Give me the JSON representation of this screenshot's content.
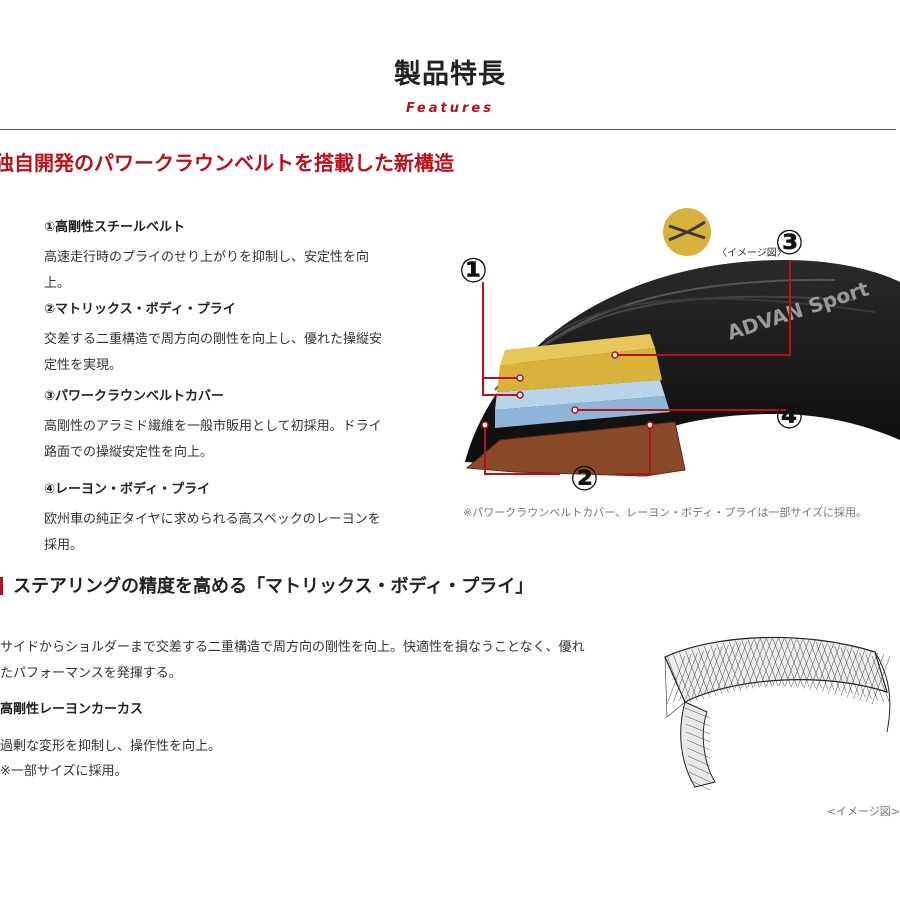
{
  "header": {
    "title": "製品特長",
    "subtitle": "Features"
  },
  "section1": {
    "heading": "独自開発のパワークラウンベルトを搭載した新構造",
    "features": [
      {
        "title": "①高剛性スチールベルト",
        "body": "高速走行時のプライのせり上がりを抑制し、安定性を向上。"
      },
      {
        "title": "②マトリックス・ボディ・プライ",
        "body": "交差する二重構造で周方向の剛性を向上し、優れた操縦安定性を実現。"
      },
      {
        "title": "③パワークラウンベルトカバー",
        "body": "高剛性のアラミド繊維を一般市販用として初採用。ドライ路面での操縦安定性を向上。"
      },
      {
        "title": "④レーヨン・ボディ・プライ",
        "body": "欧州車の純正タイヤに求められる高スペックのレーヨンを採用。"
      }
    ],
    "diagram": {
      "badge_label": "〈イメージ図〉",
      "callouts": [
        "①",
        "②",
        "③",
        "④"
      ],
      "tire_text": "ADVAN Sport",
      "note": "※パワークラウンベルトカバー、レーヨン・ボディ・プライは一部サイズに採用。"
    }
  },
  "section2": {
    "heading": "ステアリングの精度を高める「マトリックス・ボディ・プライ」",
    "lines": [
      "サイドからショルダーまで交差する二重構造で周方向の剛性を向上。快適性を損なうことなく、優れ",
      "たパフォーマンスを発揮する。"
    ],
    "subheading": "高剛性レーヨンカーカス",
    "sublines": [
      "過剰な変形を抑制し、操作性を向上。",
      "※一部サイズに採用。"
    ],
    "image_caption": "<イメージ図>"
  },
  "colors": {
    "accent": "#b5121b",
    "belt_gold": "#d8b23a",
    "belt_blue": "#8fb6d8",
    "ply_brown": "#8a4a2a"
  }
}
